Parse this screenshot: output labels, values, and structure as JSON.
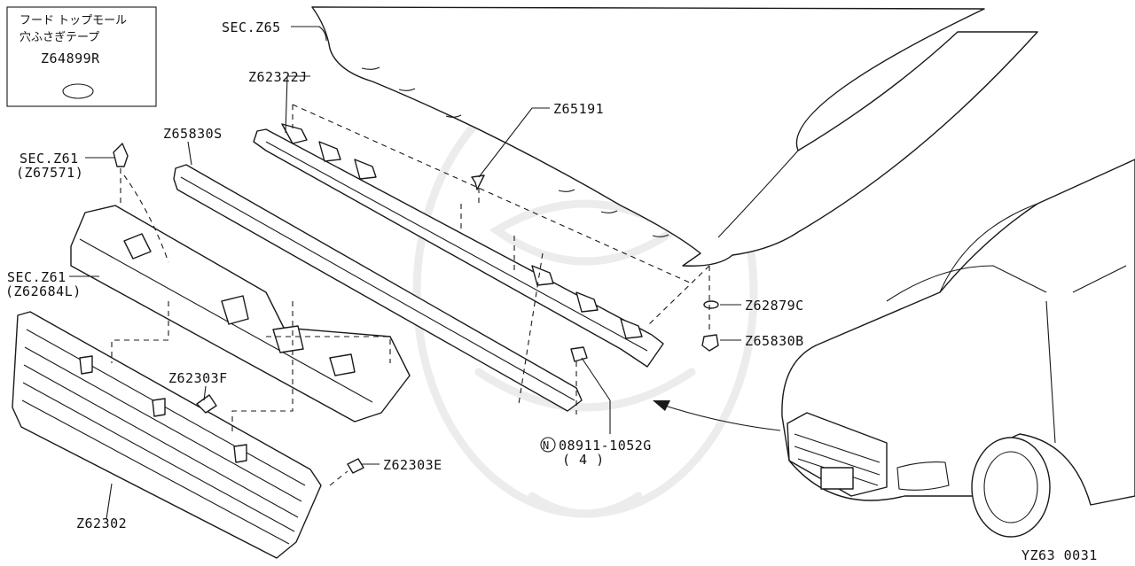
{
  "inset_box": {
    "jp_line1": "フード トップモール",
    "jp_line2": "穴ふさぎテープ",
    "part_number": "Z64899R"
  },
  "labels": {
    "sec_z65": "SEC.Z65",
    "z62322j": "Z62322J",
    "z65191": "Z65191",
    "z65830s": "Z65830S",
    "sec_z61_top": "SEC.Z61",
    "z67571": "(Z67571)",
    "sec_z61_mid": "SEC.Z61",
    "z62684l": "(Z62684L)",
    "z62879c": "Z62879C",
    "z65830b": "Z65830B",
    "z62303f": "Z62303F",
    "z62303e": "Z62303E",
    "n_symbol": "N",
    "z08911": "08911-1052G",
    "qty": "( 4 )",
    "z62302": "Z62302"
  },
  "diagram_id": "YZ63 0031",
  "colors": {
    "line": "#1a1a1a",
    "watermark": "#ececec",
    "background": "#ffffff"
  }
}
